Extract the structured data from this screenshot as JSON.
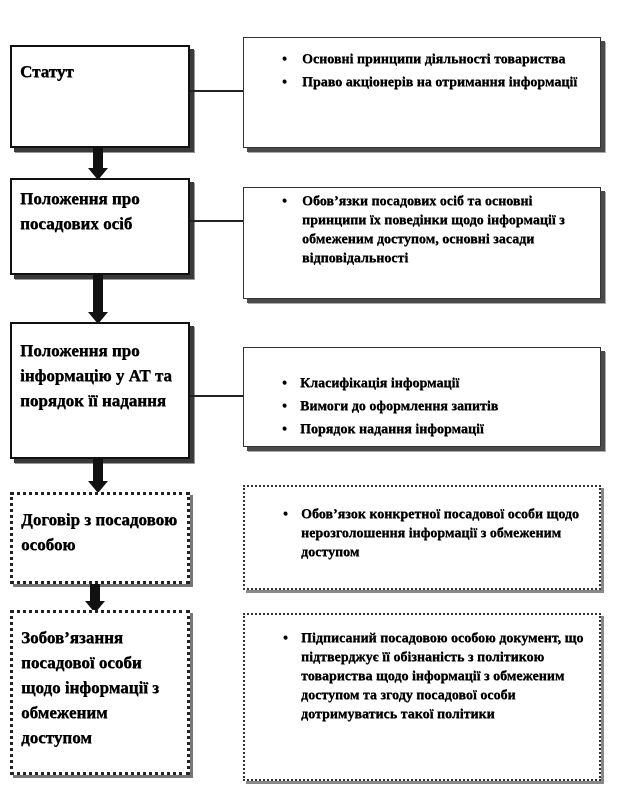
{
  "diagram": {
    "steps": [
      {
        "title": "Статут",
        "details": [
          "Основні принципи діяльності товариства",
          "Право акціонерів на отримання інформації"
        ]
      },
      {
        "title": "Положення про посадових осіб",
        "details": [
          "Обов’язки посадових осіб та основні принципи їх поведінки щодо інформації з обмеженим доступом, основні засади відповідальності"
        ]
      },
      {
        "title": "Положення про інформацію  у АТ та порядок її надання",
        "details": [
          "Класифікація інформації",
          "Вимоги до оформлення запитів",
          "Порядок надання інформації"
        ]
      },
      {
        "title": "Договір з посадовою особою",
        "details": [
          "Обов’язок конкретної посадової особи щодо нерозголошення інформації з обмеженим доступом"
        ]
      },
      {
        "title": "Зобов’язання посадової особи щодо інформації  з обмеженим доступом",
        "details": [
          "Підписаний посадовою особою документ, що підтверджує її обізнаність з політикою товариства щодо інформації з обмеженим доступом та згоду посадової особи дотримуватись такої політики"
        ]
      }
    ]
  }
}
